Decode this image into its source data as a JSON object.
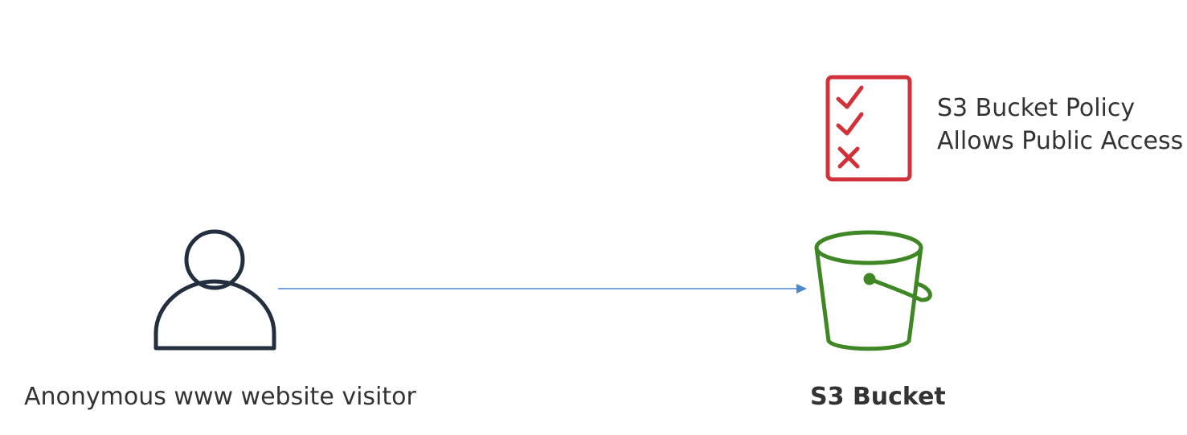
{
  "nodes": {
    "visitor": {
      "label": "Anonymous www website visitor",
      "icon": "user-icon",
      "color": "#232f3e"
    },
    "bucket": {
      "label": "S3 Bucket",
      "icon": "s3-bucket-icon",
      "color": "#3f8624"
    },
    "policy": {
      "label_line1": "S3 Bucket Policy",
      "label_line2": "Allows Public Access",
      "icon": "policy-checklist-icon",
      "color": "#d13239"
    }
  },
  "edges": [
    {
      "from": "visitor",
      "to": "bucket",
      "color": "#4a8acb"
    }
  ]
}
